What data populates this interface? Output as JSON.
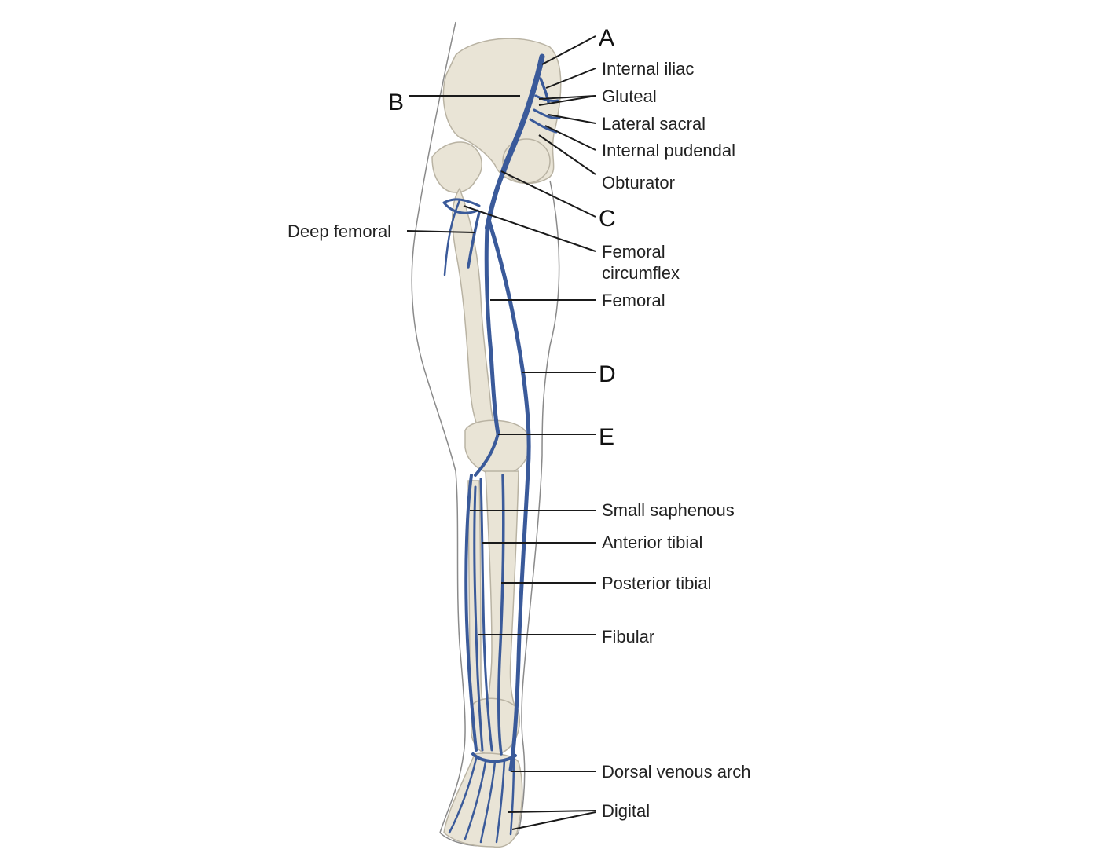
{
  "colors": {
    "vein": "#3a5a9a",
    "vein_light": "#5a7cc0",
    "bone": "#e9e4d6",
    "skin_outline": "#8a8a8a",
    "leader_line": "#1a1a1a"
  },
  "letters": {
    "A": "A",
    "B": "B",
    "C": "C",
    "D": "D",
    "E": "E"
  },
  "labels": {
    "internal_iliac": "Internal iliac",
    "gluteal": "Gluteal",
    "lateral_sacral": "Lateral sacral",
    "internal_pudendal": "Internal pudendal",
    "obturator": "Obturator",
    "deep_femoral": "Deep femoral",
    "femoral_circumflex_1": "Femoral",
    "femoral_circumflex_2": "circumflex",
    "femoral": "Femoral",
    "small_saphenous": "Small saphenous",
    "anterior_tibial": "Anterior tibial",
    "posterior_tibial": "Posterior tibial",
    "fibular": "Fibular",
    "dorsal_venous_arch": "Dorsal venous arch",
    "digital": "Digital"
  }
}
